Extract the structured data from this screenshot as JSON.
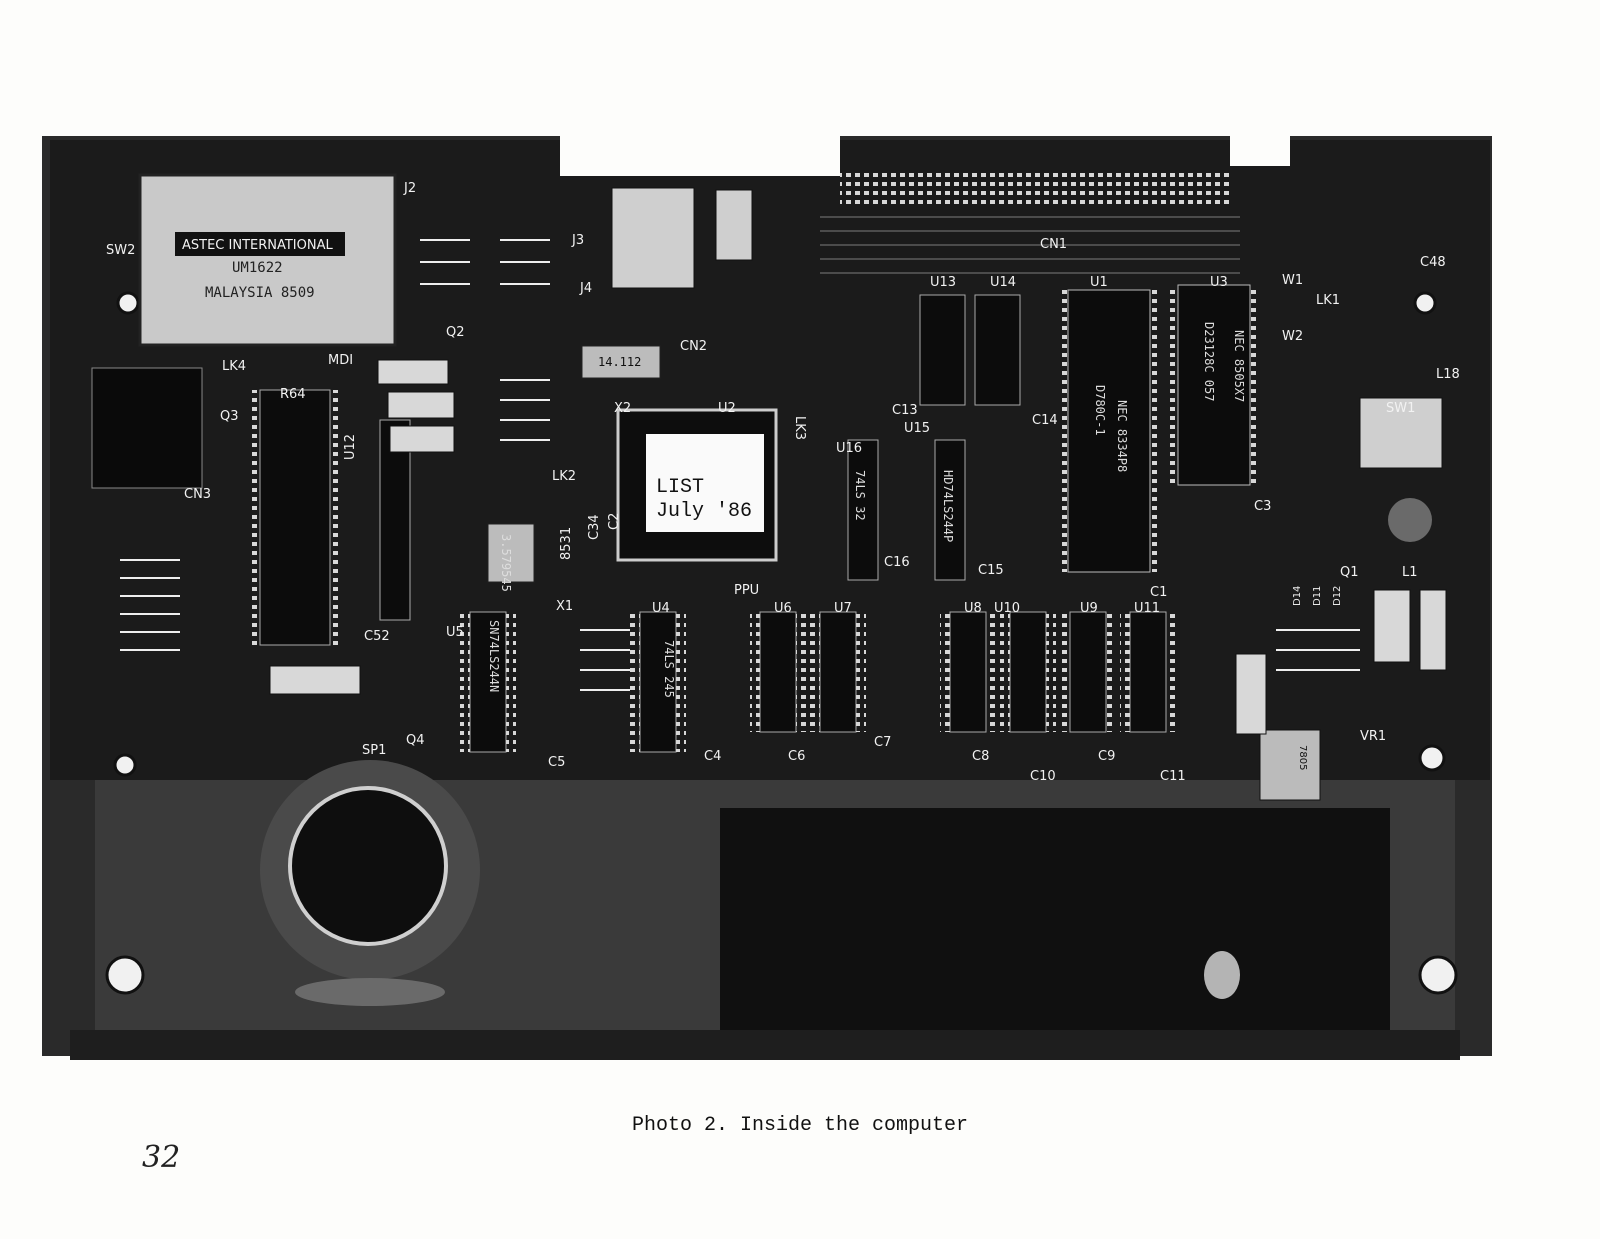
{
  "caption": "Photo 2. Inside the computer",
  "page_number": "32",
  "sticker": {
    "line1": "LIST",
    "line2": "July '86"
  },
  "modulator": {
    "brand": "ASTEC INTERNATIONAL",
    "model": "UM1622",
    "origin": "MALAYSIA 8509"
  },
  "labels": {
    "sw2": "SW2",
    "j2": "J2",
    "j3": "J3",
    "j4": "J4",
    "mdi": "MDI",
    "lk4": "LK4",
    "q2": "Q2",
    "q3": "Q3",
    "r64": "R64",
    "cn3": "CN3",
    "u12": "U12",
    "c52": "C52",
    "u5": "U5",
    "x1": "X1",
    "x2": "X2",
    "cn2": "CN2",
    "u2": "U2",
    "lk2": "LK2",
    "lk3": "LK3",
    "c34": "C34",
    "c2": "C2",
    "n8531": "8531",
    "u16": "U16",
    "ppu": "PPU",
    "u4": "U4",
    "u6": "U6",
    "u7": "U7",
    "u8": "U8",
    "u10": "U10",
    "u9": "U9",
    "u11": "U11",
    "u13": "U13",
    "u14": "U14",
    "u1": "U1",
    "u3": "U3",
    "cn1": "CN1",
    "u15": "U15",
    "c13": "C13",
    "c14": "C14",
    "c15": "C15",
    "c16": "C16",
    "c1": "C1",
    "c3": "C3",
    "w1": "W1",
    "w2": "W2",
    "lk1": "LK1",
    "c48": "C48",
    "l18": "L18",
    "sw1": "SW1",
    "q1": "Q1",
    "l1": "L1",
    "d14": "D14",
    "d11": "D11",
    "d12": "D12",
    "vr1": "VR1",
    "sp1": "SP1",
    "q4": "Q4",
    "c4": "C4",
    "c5": "C5",
    "c6": "C6",
    "c7": "C7",
    "c8": "C8",
    "c9": "C9",
    "c10": "C10",
    "c11": "C11"
  },
  "chips": {
    "u1a": "NEC 8334P8",
    "u1b": "D780C-1",
    "u3a": "NEC 8505X7",
    "u3b": "D23128C 057",
    "u16": "74LS 32",
    "u15": "HD74LS244P",
    "u4": "74LS 245",
    "u5": "SN74LS244N",
    "x1": "3.579545",
    "x2": "14.112",
    "reg": "7805"
  }
}
